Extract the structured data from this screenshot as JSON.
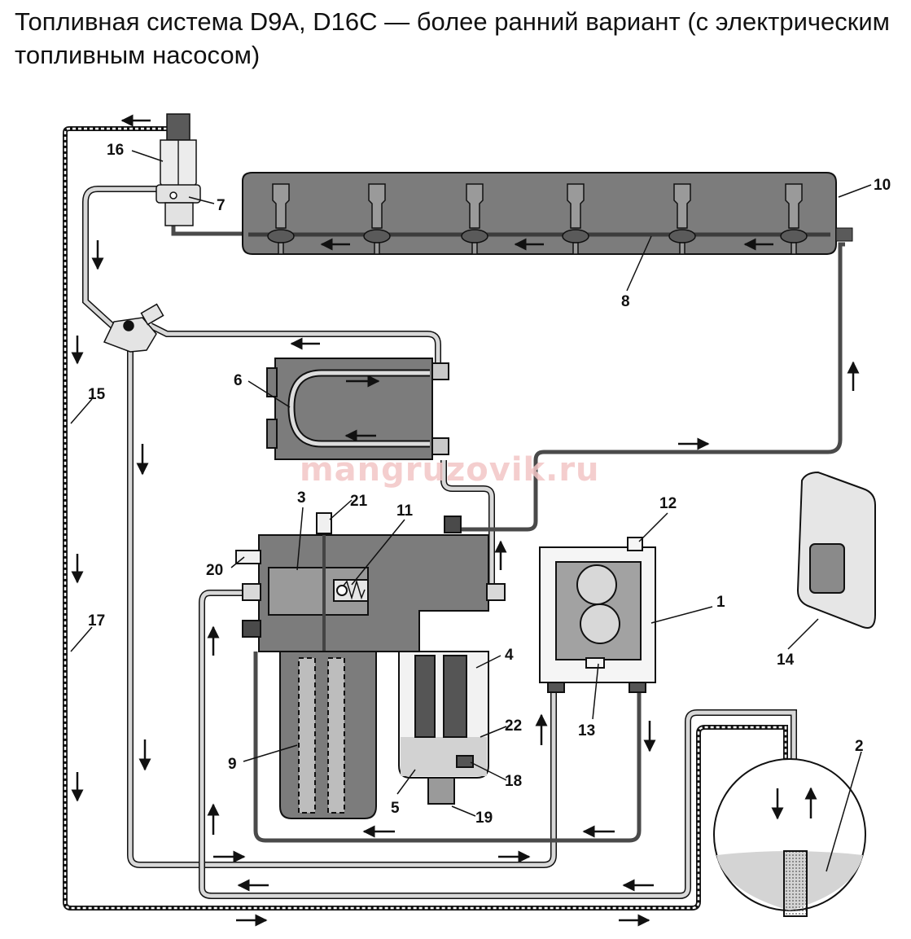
{
  "title": "Топливная система D9A, D16C — более ранний вариант (с электрическим топливным насосом)",
  "watermark": "mangruzovik.ru",
  "labels": {
    "n1": "1",
    "n2": "2",
    "n3": "3",
    "n4": "4",
    "n5": "5",
    "n6": "6",
    "n7": "7",
    "n8": "8",
    "n9": "9",
    "n10": "10",
    "n11": "11",
    "n12": "12",
    "n13": "13",
    "n14": "14",
    "n15": "15",
    "n16": "16",
    "n17": "17",
    "n18": "18",
    "n19": "19",
    "n20": "20",
    "n21": "21",
    "n22": "22"
  },
  "colors": {
    "housing": "#7c7c7c",
    "housing_dark": "#5a5a5a",
    "pipe_dark": "#4a4a4a",
    "pipe_light": "#d2d2d2",
    "fuel": "#cfcfcf",
    "watermark": "#f3c6c6"
  }
}
